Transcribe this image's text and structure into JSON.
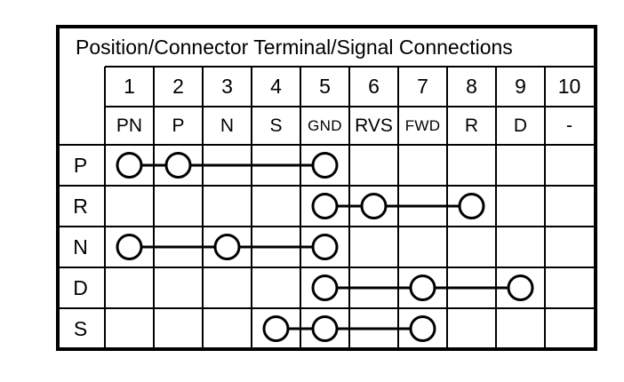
{
  "title": "Position/Connector Terminal/Signal Connections",
  "colors": {
    "ink": "#000000",
    "background": "#ffffff",
    "circle_fill": "#ffffff"
  },
  "connector_table": {
    "terminal_numbers": [
      "1",
      "2",
      "3",
      "4",
      "5",
      "6",
      "7",
      "8",
      "9",
      "10"
    ],
    "signal_labels": [
      "PN",
      "P",
      "N",
      "S",
      "GND",
      "RVS",
      "FWD",
      "R",
      "D",
      "-"
    ],
    "position_rows": [
      {
        "label": "P",
        "connected_terminals": [
          1,
          2,
          5
        ]
      },
      {
        "label": "R",
        "connected_terminals": [
          5,
          6,
          8
        ]
      },
      {
        "label": "N",
        "connected_terminals": [
          1,
          3,
          5
        ]
      },
      {
        "label": "D",
        "connected_terminals": [
          5,
          7,
          9
        ]
      },
      {
        "label": "S",
        "connected_terminals": [
          4,
          5,
          7
        ]
      }
    ]
  }
}
